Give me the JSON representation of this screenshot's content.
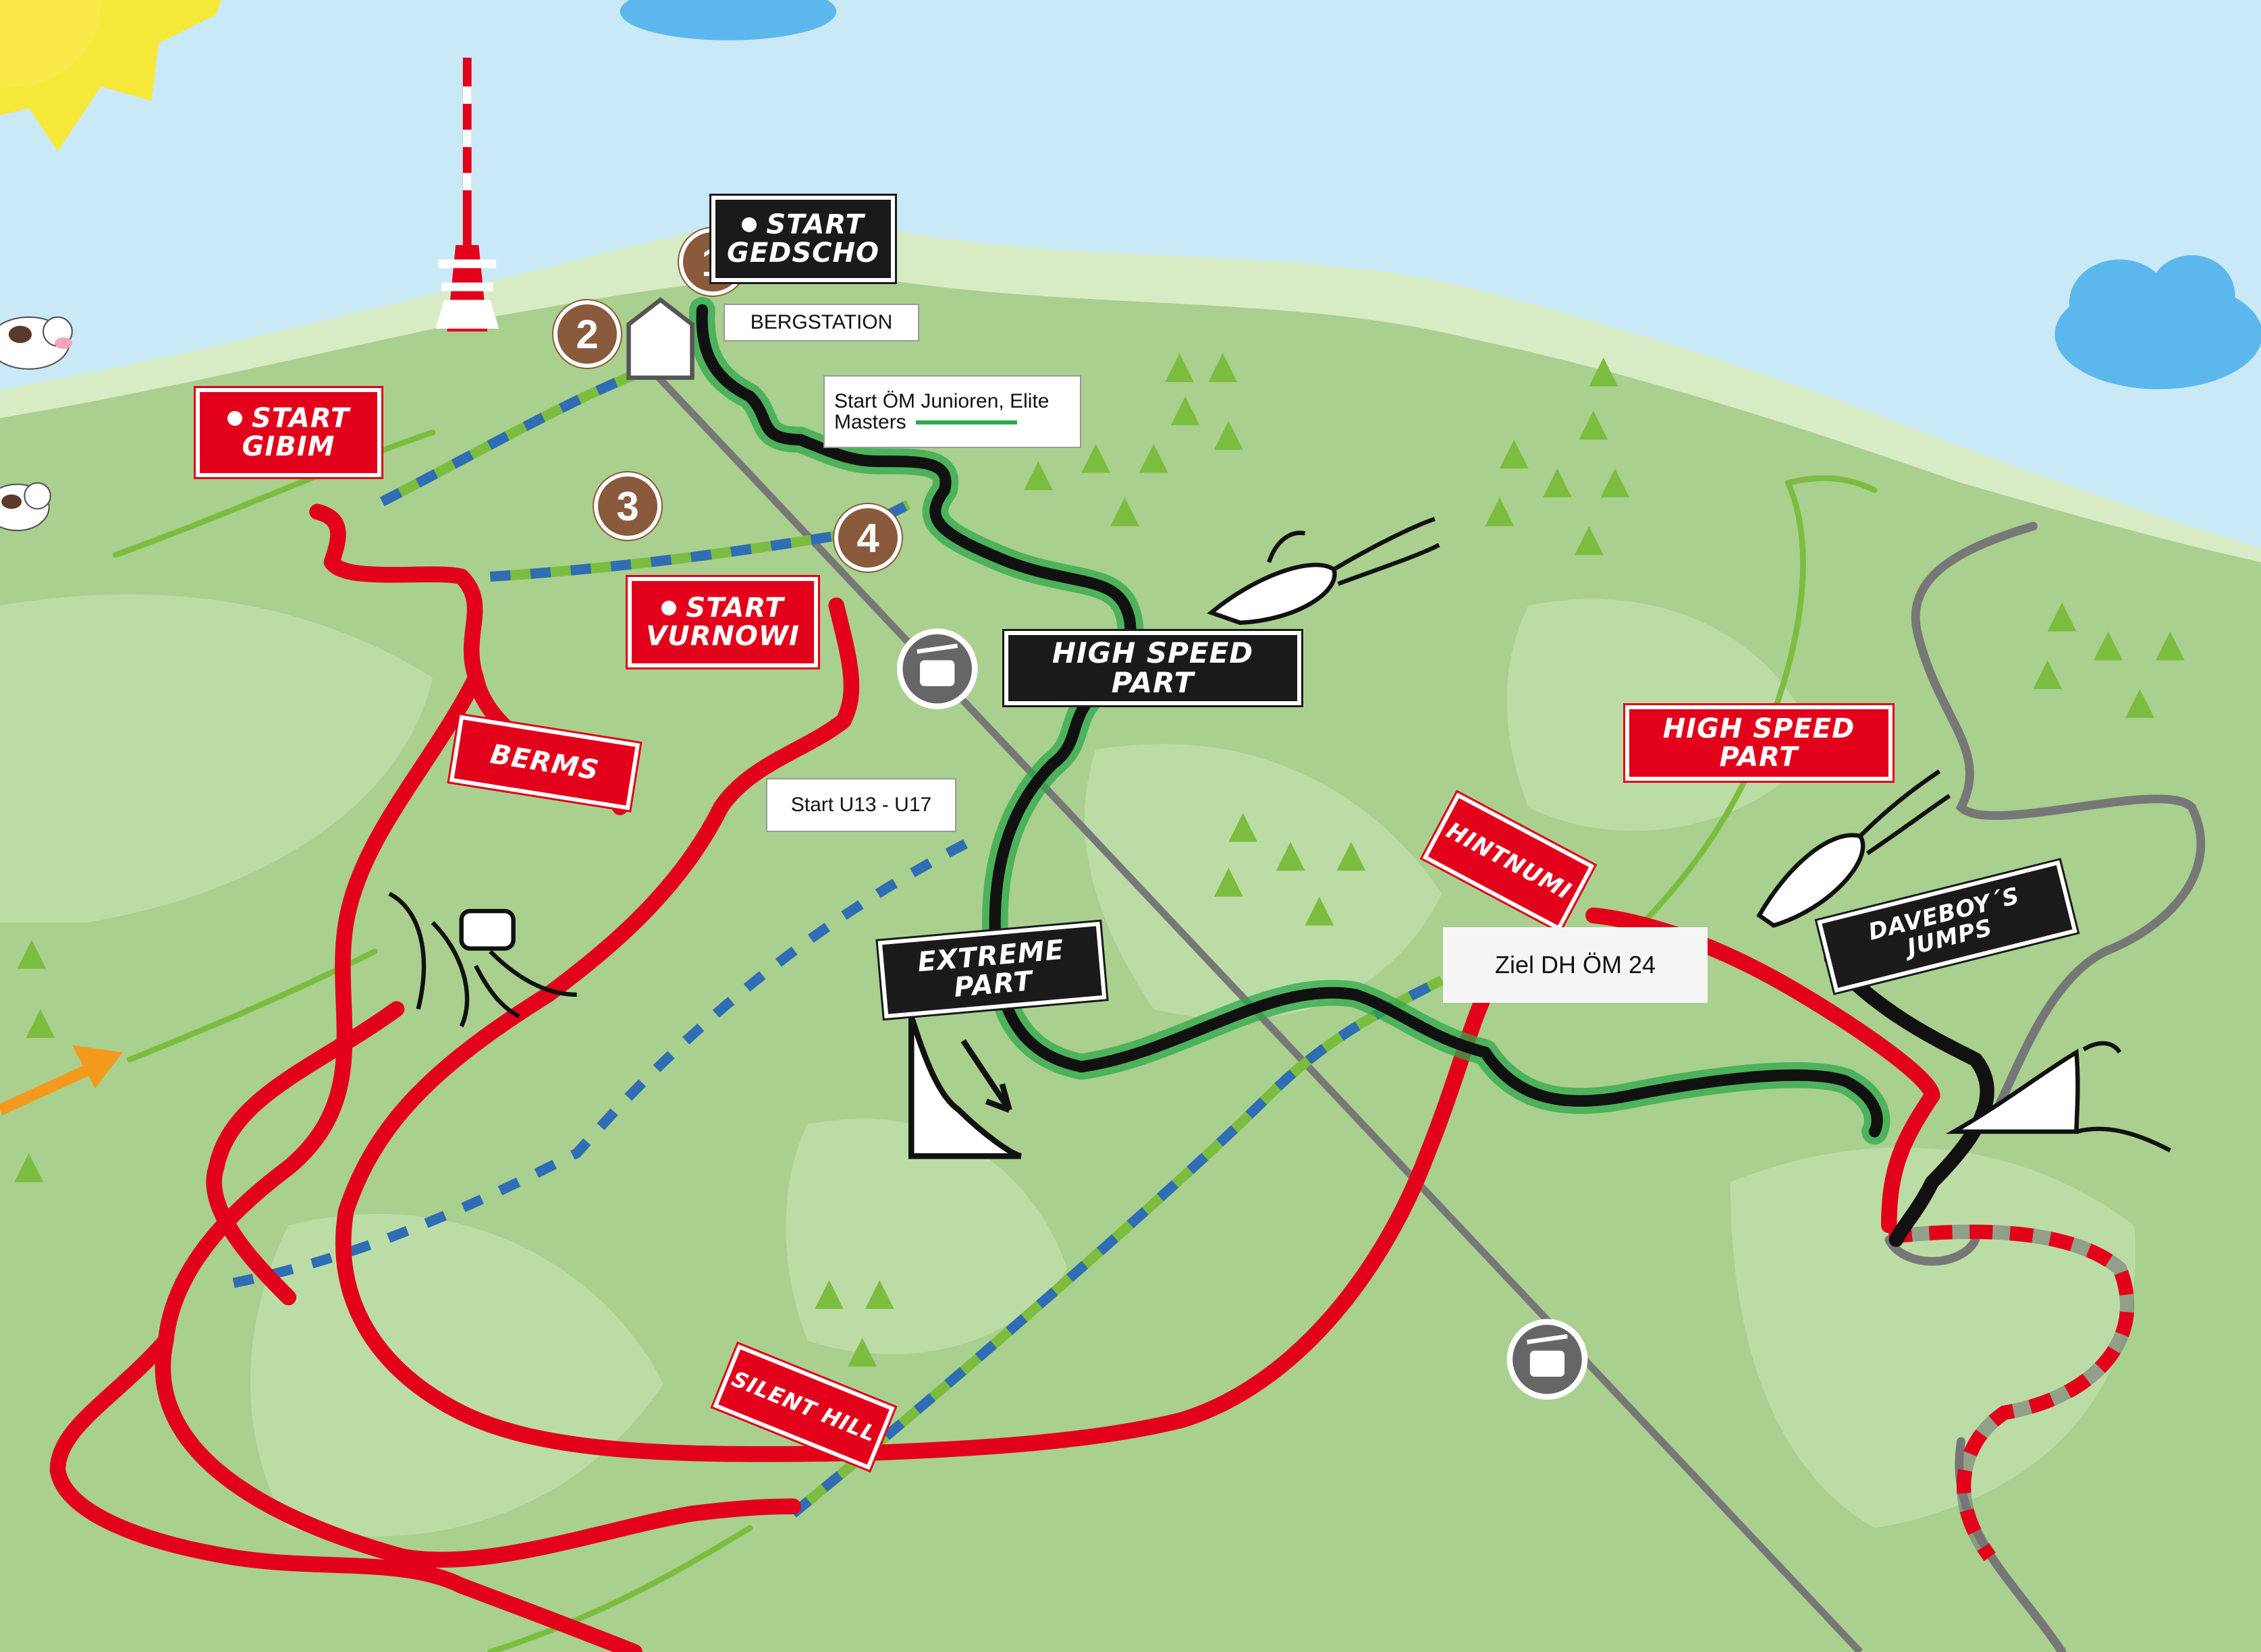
{
  "labels": {
    "start_gedscho_line1": "START",
    "start_gedscho_line2": "GEDSCHO",
    "bergstation": "BERGSTATION",
    "start_gibim_line1": "START",
    "start_gibim_line2": "GIBIM",
    "start_vurnowi_line1": "START",
    "start_vurnowi_line2": "VURNOWI",
    "start_om_line1": "Start ÖM Junioren, Elite",
    "start_om_line2": "Masters",
    "high_speed_part_black": "HIGH SPEED PART",
    "high_speed_part_red": "HIGH SPEED PART",
    "berms": "BERMS",
    "start_u13": "Start U13 -  U17",
    "extreme_part": "EXTREME PART",
    "hintnumi": "HINTNUMI",
    "ziel": "Ziel DH ÖM 24",
    "daveboys_jumps": "DAVEBOY´S JUMPS",
    "silent_hill": "SILENT HILL"
  },
  "markers": [
    "1",
    "2",
    "3",
    "4"
  ],
  "icons": [
    "gondola-icon",
    "gondola-icon",
    "building-icon",
    "tower-icon",
    "sun-icon",
    "cloud-icon",
    "cow-icon",
    "tree-icon",
    "rocket-rider-icon",
    "jump-icon",
    "steep-drop-icon",
    "roots-icon",
    "arrow-icon"
  ],
  "colors": {
    "sky": "#c9e9f7",
    "meadow_light": "#d7ecc4",
    "meadow": "#a9d08e",
    "trail_red": "#e2001a",
    "trail_black": "#111111",
    "trail_green": "#2ea84a",
    "trail_blue_dash": "#2f6db5",
    "lift": "#777777",
    "marker_brown": "#8a5a3c"
  }
}
